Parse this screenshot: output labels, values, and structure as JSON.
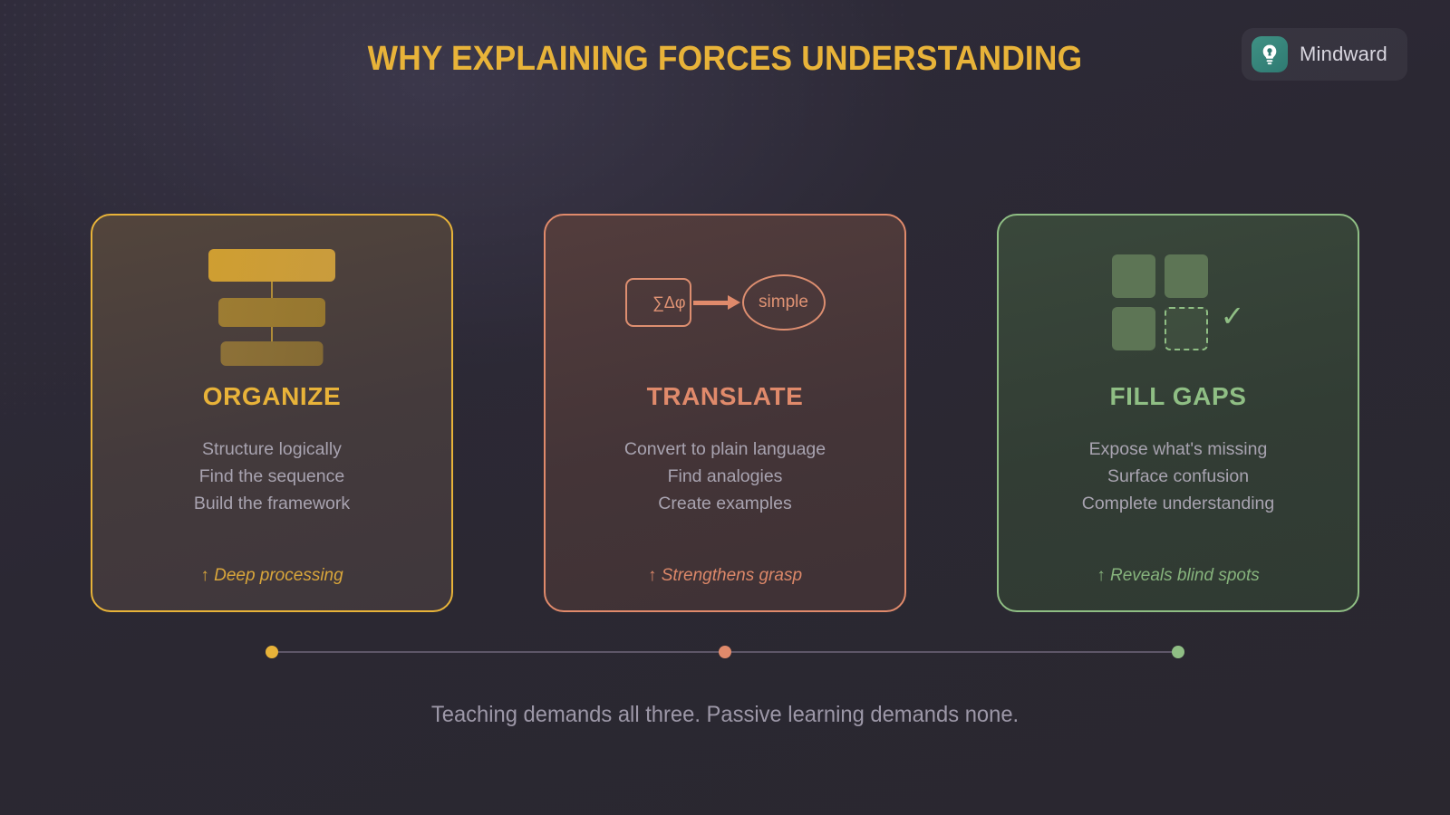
{
  "header": {
    "title": "WHY EXPLAINING FORCES UNDERSTANDING",
    "brand_name": "Mindward",
    "brand_icon": "lightbulb-icon",
    "brand_color": "#3f9184",
    "title_color": "#e8b339"
  },
  "cards": [
    {
      "id": "organize",
      "title": "ORGANIZE",
      "accent": "#e8b339",
      "icon": "hierarchy-bars-icon",
      "lines": [
        "Structure logically",
        "Find the sequence",
        "Build the framework"
      ],
      "note": "↑ Deep processing"
    },
    {
      "id": "translate",
      "title": "TRANSLATE",
      "accent": "#e08a6b",
      "icon": "complex-to-simple-icon",
      "icon_source_label": "∑Δφ",
      "icon_target_label": "simple",
      "lines": [
        "Convert to plain language",
        "Find analogies",
        "Create examples"
      ],
      "note": "↑ Strengthens grasp"
    },
    {
      "id": "fill-gaps",
      "title": "FILL GAPS",
      "accent": "#8fbe84",
      "icon": "grid-with-missing-tile-icon",
      "icon_check": "✓",
      "lines": [
        "Expose what's missing",
        "Surface confusion",
        "Complete understanding"
      ],
      "note": "↑ Reveals blind spots"
    }
  ],
  "connector": {
    "nodes": [
      {
        "label": "organize-node",
        "color": "#e8b339"
      },
      {
        "label": "translate-node",
        "color": "#e08a6b"
      },
      {
        "label": "fill-gaps-node",
        "color": "#8fbe84"
      }
    ]
  },
  "footer": {
    "text": "Teaching demands all three. Passive learning demands none."
  }
}
